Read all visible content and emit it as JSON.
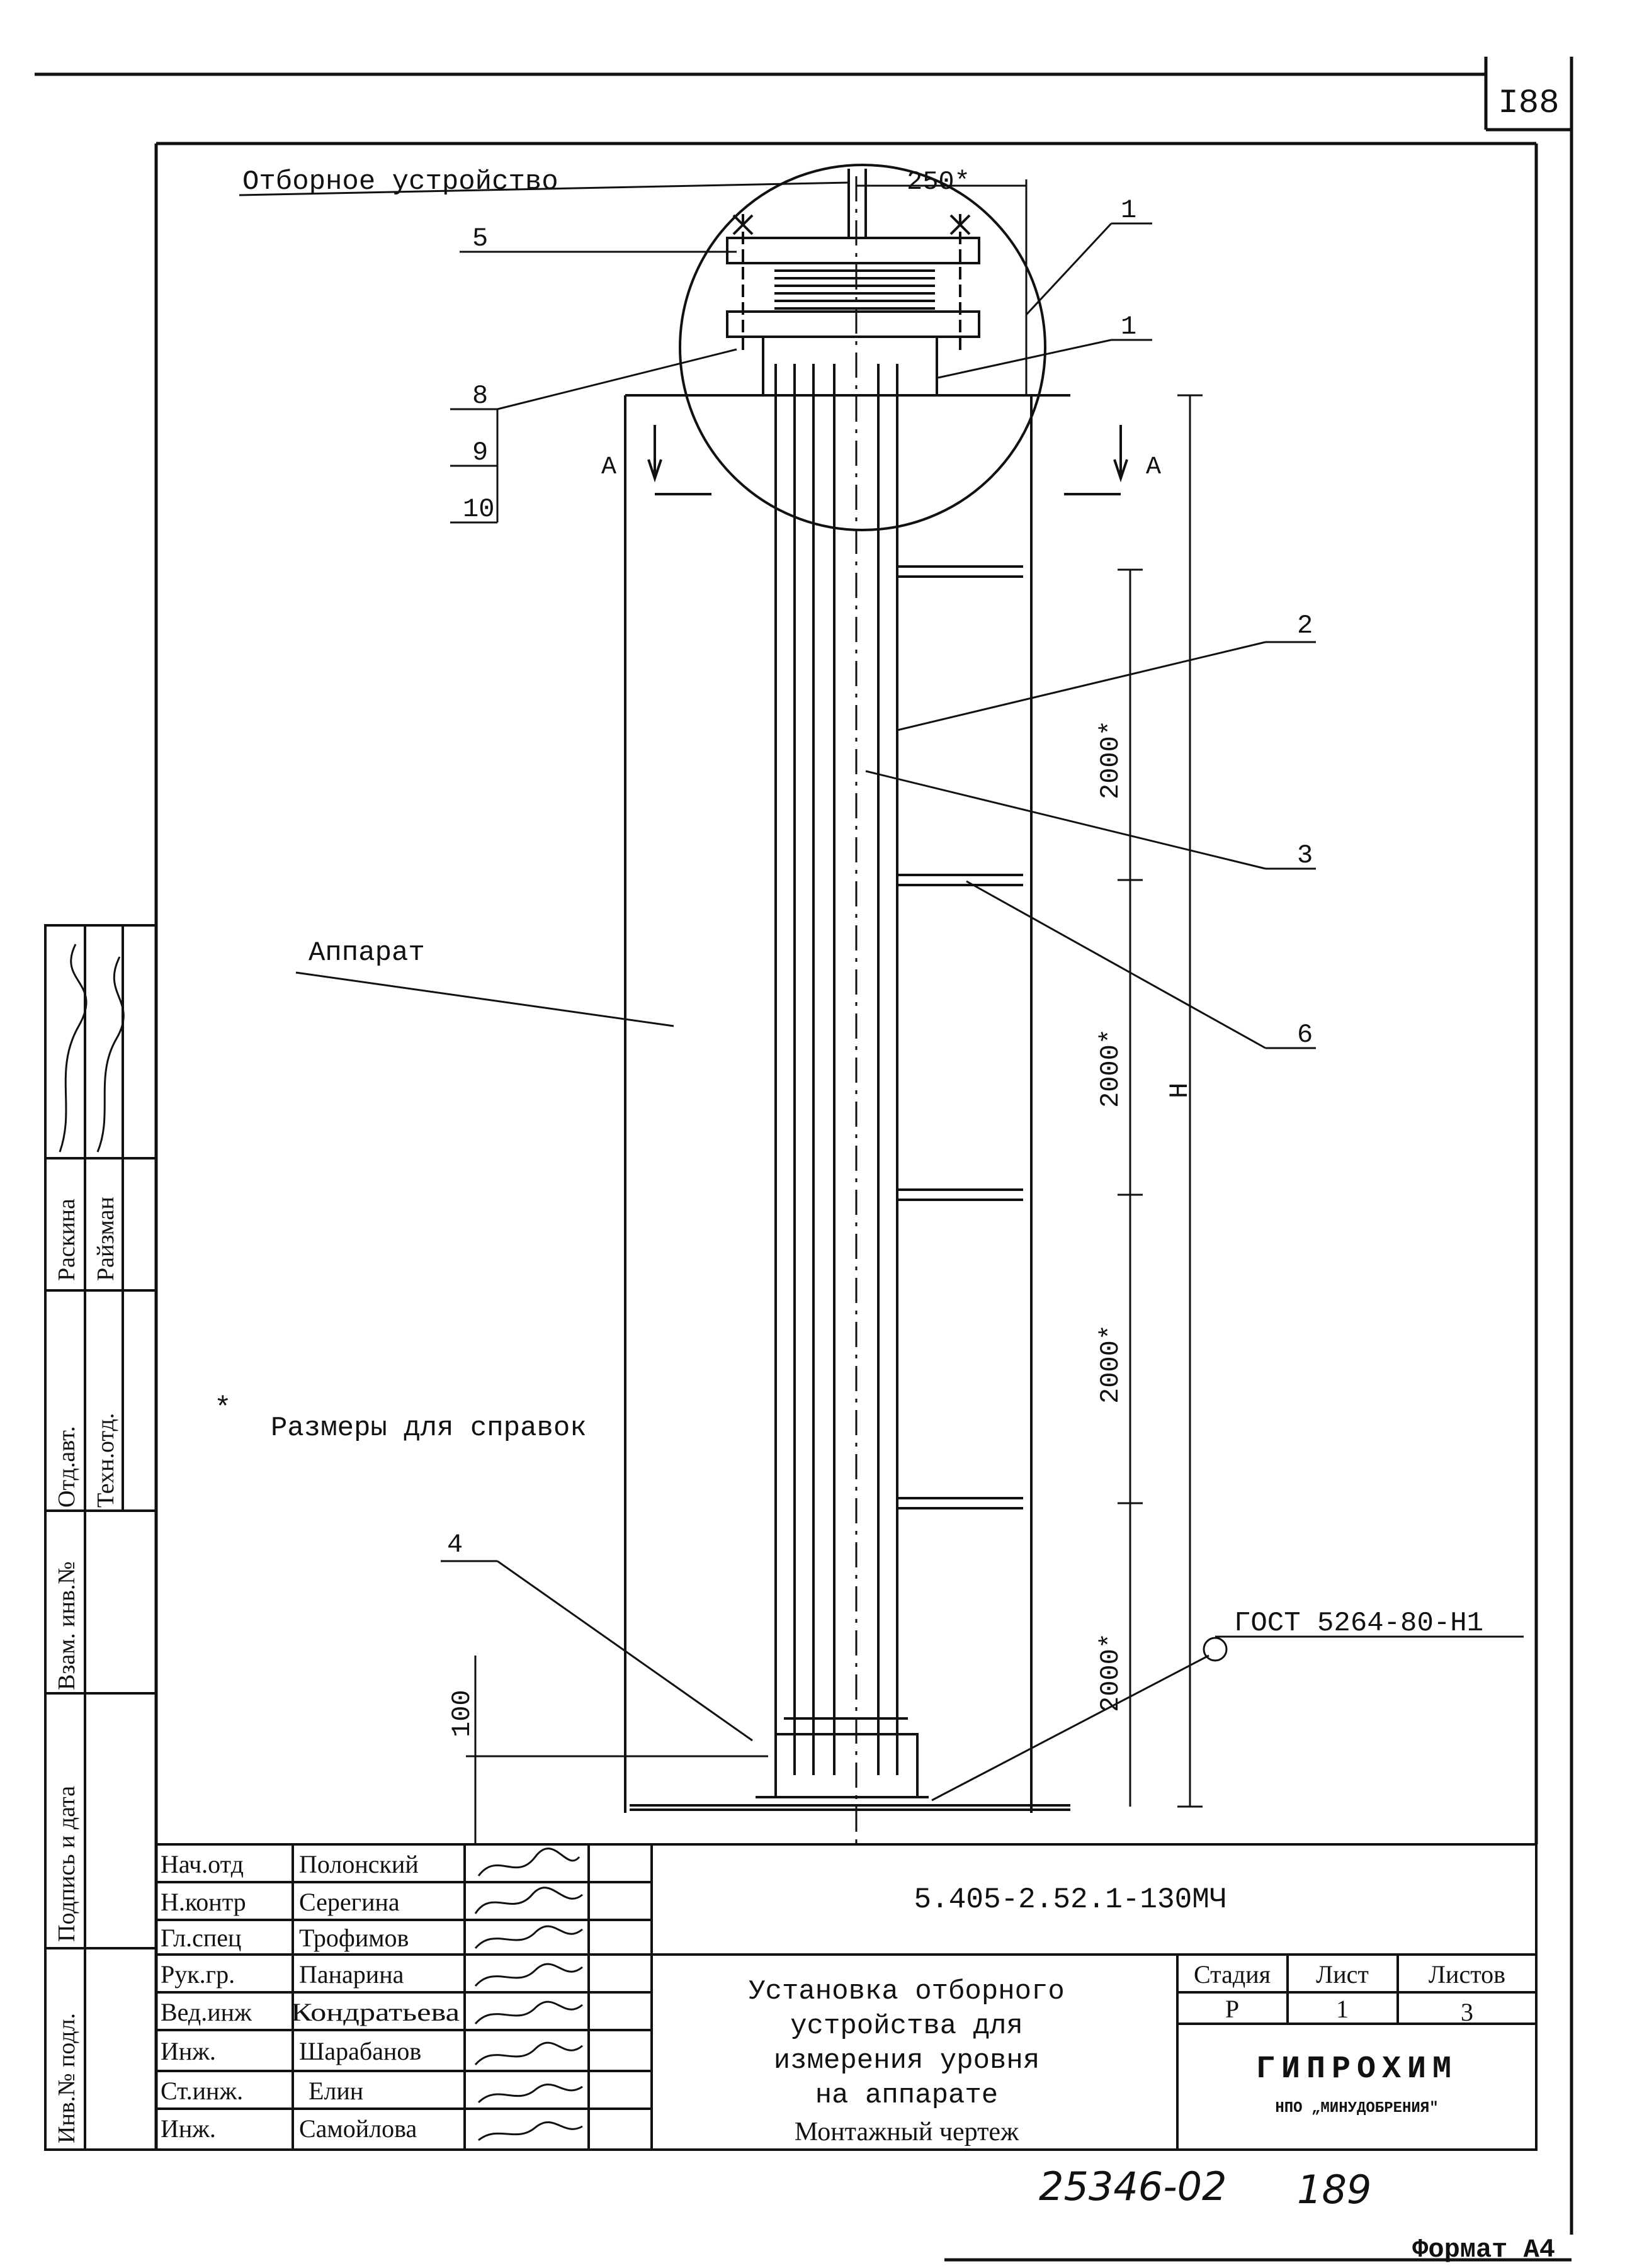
{
  "sheet": {
    "page_number": "I88",
    "format_label": "Формат А4",
    "handwritten_number": "25346-02",
    "handwritten_page": "189"
  },
  "drawing": {
    "callout_top": "Отборное устройство",
    "dimension_250": "250*",
    "apparatus_label": "Аппарат",
    "reference_note": "Размеры для справок",
    "reference_mark": "*",
    "section_mark_left": "А",
    "section_mark_right": "А",
    "spacing_1": "2000*",
    "spacing_2": "2000*",
    "spacing_3": "2000*",
    "spacing_4": "2000*",
    "height_label": "Н",
    "dim_100": "100",
    "weld_standard": "ГОСТ 5264-80-Н1",
    "position_labels": {
      "p1a": "1",
      "p1b": "1",
      "p2": "2",
      "p3": "3",
      "p4": "4",
      "p5": "5",
      "p6": "6",
      "p8": "8",
      "p9": "9",
      "p10": "10"
    }
  },
  "side_stamp": {
    "label_otd_avt": "Отд.авт.",
    "label_tekh_otd": "Техн.отд.",
    "name_1": "Раскина",
    "name_2": "Райзман",
    "label_vzam": "Взам. инв.№",
    "label_podpis": "Подпись и дата",
    "label_inv": "Инв.№ подл."
  },
  "title_block": {
    "document_code": "5.405-2.52.1-130МЧ",
    "title_lines": [
      "Установка отборного",
      "устройства для",
      "измерения уровня",
      "на аппарате"
    ],
    "subtitle": "Монтажный чертеж",
    "col_stage": "Стадия",
    "col_sheet": "Лист",
    "col_sheets": "Листов",
    "stage": "Р",
    "sheet": "1",
    "sheets": "3",
    "org_name": "ГИПРОХИМ",
    "org_sub": "НПО „МИНУДОБРЕНИЯ\"",
    "roles": [
      {
        "role": "Нач.отд",
        "name": "Полонский"
      },
      {
        "role": "Н.контр",
        "name": "Серегина"
      },
      {
        "role": "Гл.спец",
        "name": "Трофимов"
      },
      {
        "role": "Рук.гр.",
        "name": "Панарина"
      },
      {
        "role": "Вед.инж",
        "name": "Кондратьева"
      },
      {
        "role": "Инж.",
        "name": "Шарабанов"
      },
      {
        "role": "Ст.инж.",
        "name": "Елин"
      },
      {
        "role": "Инж.",
        "name": "Самойлова"
      }
    ]
  }
}
